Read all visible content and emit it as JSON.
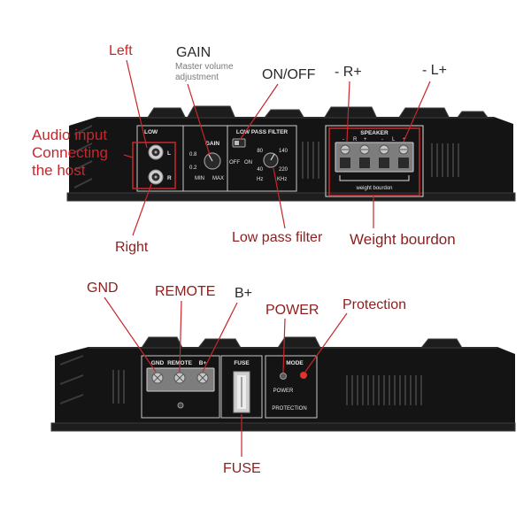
{
  "colors": {
    "annotation_red": "#c8262b",
    "annotation_dark_red": "#8e1d1d",
    "annotation_black": "#2a2a2a",
    "note_gray": "#7a7a7a",
    "amp_body": "#141414",
    "panel_border": "#c9c9c9",
    "silkscreen": "#e6e6e6",
    "protection_led": "#e3322b"
  },
  "top_view": {
    "callouts": {
      "left": "Left",
      "gain": "GAIN",
      "gain_note": [
        "Master volume",
        "adjustment"
      ],
      "on_off": "ON/OFF",
      "right_speaker": "- R+",
      "left_speaker": "- L+",
      "audio_input": [
        "Audio input",
        "Connecting",
        "the host"
      ],
      "right": "Right",
      "low_pass_filter": "Low pass filter",
      "weight_bourdon": "Weight bourdon"
    },
    "panel": {
      "low_label": "LOW",
      "left_jack_label": "L",
      "right_jack_label": "R",
      "gain_label": "GAIN",
      "gain_scale": [
        "0.8",
        "0.2"
      ],
      "gain_min": "MIN",
      "gain_max": "MAX",
      "lpf_label": "LOW PASS FILTER",
      "switch_off": "OFF",
      "switch_on": "ON",
      "lpf_scale": [
        "80",
        "140",
        "40",
        "220"
      ],
      "lpf_unit_low": "Hz",
      "lpf_unit_high": "KHz",
      "speaker_label": "SPEAKER",
      "speaker_terminal_labels": [
        "-",
        "R",
        "+",
        "-",
        "L",
        "+"
      ],
      "weight_bourdon_label": "weight bourdon"
    }
  },
  "bottom_view": {
    "callouts": {
      "gnd": "GND",
      "remote": "REMOTE",
      "b_plus": "B+",
      "power": "POWER",
      "protection": "Protection",
      "fuse": "FUSE"
    },
    "panel": {
      "gnd_label": "GND",
      "remote_label": "REMOTE",
      "b_plus_label": "B+",
      "fuse_label": "FUSE",
      "mode_label": "MODE",
      "power_label": "POWER",
      "protection_label": "PROTECTION"
    }
  }
}
